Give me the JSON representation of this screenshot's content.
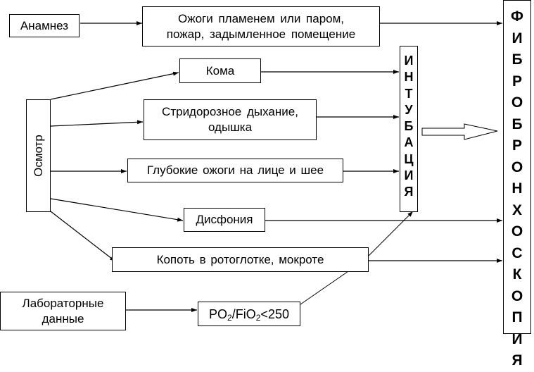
{
  "nodes": {
    "anamnesis": "Анамнез",
    "burns_history": [
      "Ожоги пламенем или паром,",
      "пожар, задымленное помещение"
    ],
    "exam": "Осмотр",
    "coma": "Кома",
    "stridor": [
      "Стридорозное дыхание,",
      "одышка"
    ],
    "deep_burns": "Глубокие ожоги на лице и шее",
    "dysphonia": "Дисфония",
    "soot": "Копоть в ротоглотке, мокроте",
    "lab": [
      "Лабораторные",
      "данные"
    ],
    "pf_ratio": {
      "p1": "PO",
      "s1": "2",
      "p2": "/FiO",
      "s2": "2",
      "p3": "<250"
    },
    "intubation": [
      "И",
      "Н",
      "Т",
      "У",
      "Б",
      "А",
      "Ц",
      "И",
      "Я"
    ],
    "bronchoscopy": [
      "Ф",
      "И",
      "Б",
      "Р",
      "О",
      "Б",
      "Р",
      "О",
      "Н",
      "Х",
      "О",
      "С",
      "К",
      "О",
      "П",
      "И",
      "Я"
    ]
  },
  "edges": [
    {
      "from": "anamnesis",
      "to": "burns_history"
    },
    {
      "from": "burns_history",
      "to": "bronchoscopy"
    },
    {
      "from": "exam",
      "to": "coma"
    },
    {
      "from": "exam",
      "to": "stridor"
    },
    {
      "from": "exam",
      "to": "deep_burns"
    },
    {
      "from": "exam",
      "to": "dysphonia"
    },
    {
      "from": "exam",
      "to": "soot"
    },
    {
      "from": "coma",
      "to": "intubation"
    },
    {
      "from": "stridor",
      "to": "intubation"
    },
    {
      "from": "deep_burns",
      "to": "intubation"
    },
    {
      "from": "dysphonia",
      "to": "bronchoscopy"
    },
    {
      "from": "soot",
      "to": "intubation"
    },
    {
      "from": "soot",
      "to": "bronchoscopy"
    },
    {
      "from": "lab",
      "to": "pf_ratio"
    },
    {
      "from": "pf_ratio",
      "to": "intubation"
    },
    {
      "from": "intubation",
      "to": "bronchoscopy",
      "style": "block-arrow"
    }
  ],
  "colors": {
    "line": "#000000",
    "background": "#ffffff"
  }
}
